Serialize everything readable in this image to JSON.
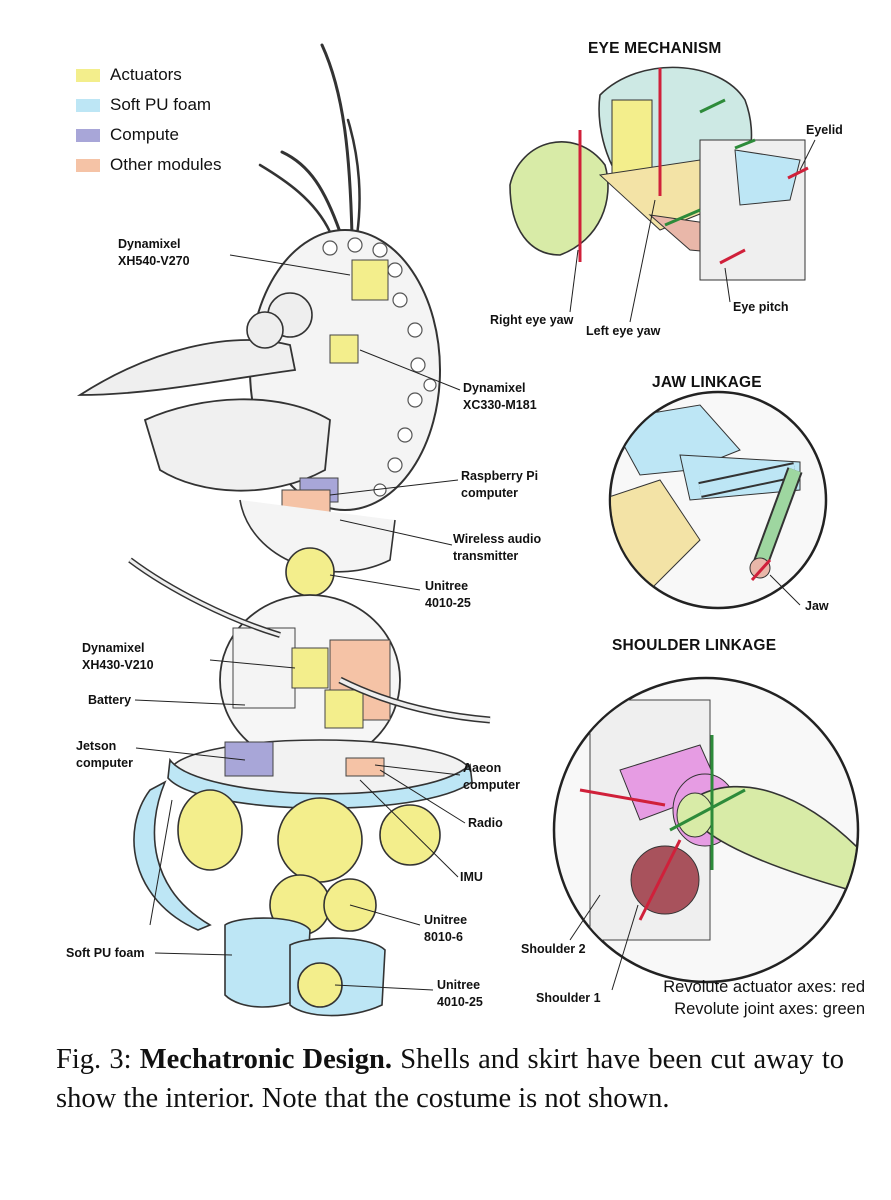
{
  "legend": [
    {
      "label": "Actuators",
      "color": "#f3ee8c"
    },
    {
      "label": "Soft PU foam",
      "color": "#bde6f5"
    },
    {
      "label": "Compute",
      "color": "#a8a6d8"
    },
    {
      "label": "Other modules",
      "color": "#f5c3a6"
    }
  ],
  "main_labels": {
    "xh540": "Dynamixel\nXH540-V270",
    "xc330": "Dynamixel\nXC330-M181",
    "rpi": "Raspberry Pi\ncomputer",
    "wireless": "Wireless audio\ntransmitter",
    "unitree_neck": "Unitree\n4010-25",
    "xh430": "Dynamixel\nXH430-V210",
    "battery": "Battery",
    "jetson": "Jetson\ncomputer",
    "aaeon": "Aaeon\ncomputer",
    "radio": "Radio",
    "imu": "IMU",
    "unitree_8010": "Unitree\n8010-6",
    "soft_foam": "Soft PU foam",
    "unitree_foot": "Unitree\n4010-25"
  },
  "eye": {
    "title": "EYE MECHANISM",
    "eyelid": "Eyelid",
    "right_eye_yaw": "Right eye yaw",
    "left_eye_yaw": "Left eye yaw",
    "eye_pitch": "Eye pitch"
  },
  "jaw": {
    "title": "JAW LINKAGE",
    "jaw": "Jaw"
  },
  "shoulder": {
    "title": "SHOULDER LINKAGE",
    "shoulder2": "Shoulder 2",
    "shoulder1": "Shoulder 1",
    "axes_red": "Revolute actuator axes: red",
    "axes_green": "Revolute joint axes: green"
  },
  "caption": {
    "prefix": "Fig. 3: ",
    "bold": "Mechatronic Design.",
    "text": " Shells and skirt have been cut away to show the interior. Note that the costume is not shown."
  }
}
